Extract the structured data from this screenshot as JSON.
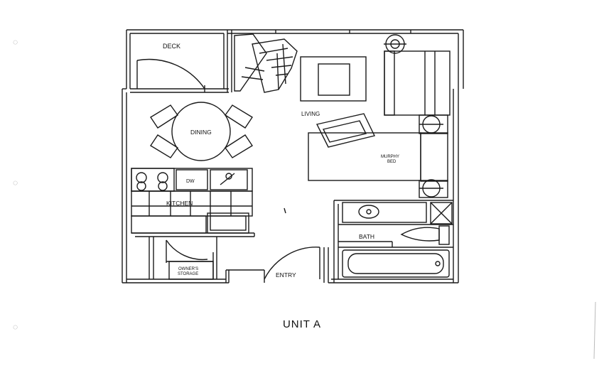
{
  "plan": {
    "rooms": {
      "deck": "DECK",
      "living": "LIVING",
      "dining": "DINING",
      "murphy_bed_line1": "MURPHY",
      "murphy_bed_line2": "BED",
      "dw": "DW",
      "kitchen": "KITCHEN",
      "bath": "BATH",
      "owners_storage_line1": "OWNER'S",
      "owners_storage_line2": "STORAGE",
      "entry": "ENTRY"
    },
    "caption": "UNIT A"
  }
}
